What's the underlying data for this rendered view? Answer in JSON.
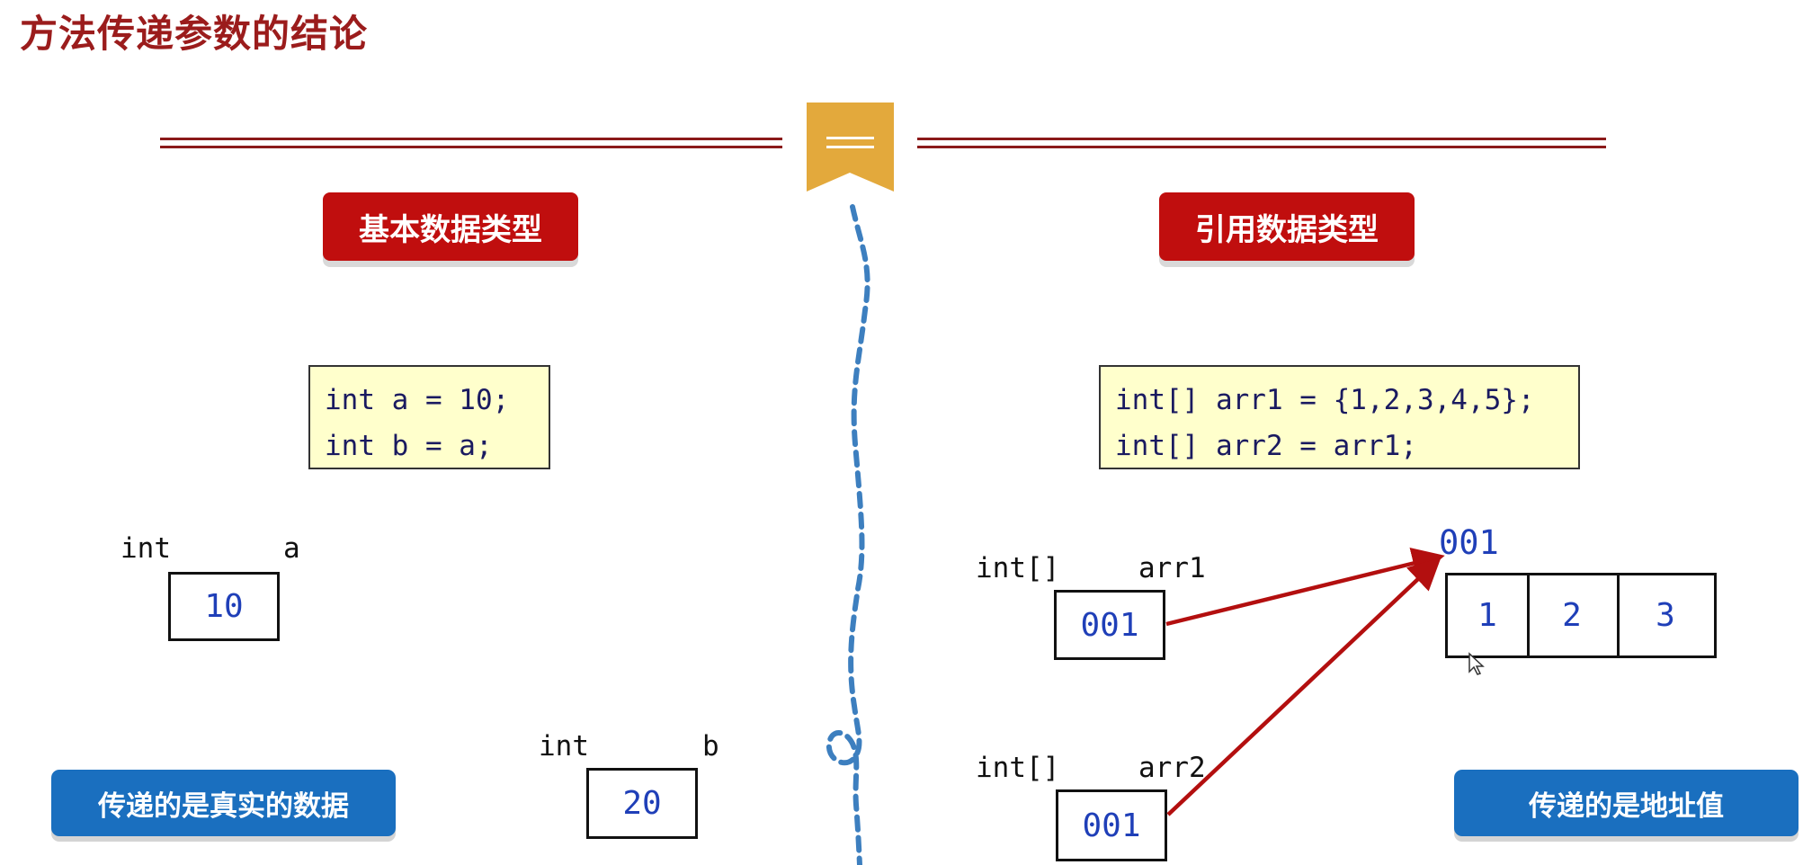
{
  "title": "方法传递参数的结论",
  "left": {
    "heading": "基本数据类型",
    "code_lines": [
      "int a = 10;",
      "int b = a;"
    ],
    "var_a": {
      "type": "int",
      "name": "a",
      "value": "10"
    },
    "var_b": {
      "type": "int",
      "name": "b",
      "value": "20"
    },
    "conclusion": "传递的是真实的数据"
  },
  "right": {
    "heading": "引用数据类型",
    "code_lines": [
      "int[] arr1 = {1,2,3,4,5};",
      "int[] arr2 = arr1;"
    ],
    "var_arr1": {
      "type": "int[]",
      "name": "arr1",
      "value": "001"
    },
    "var_arr2": {
      "type": "int[]",
      "name": "arr2",
      "value": "001"
    },
    "array_address": "001",
    "array_values": [
      "1",
      "2",
      "3"
    ],
    "conclusion": "传递的是地址值"
  },
  "colors": {
    "title": "#9b1c1c",
    "divider": "#8b1a1a",
    "red_badge": "#c00e0e",
    "blue_badge": "#1a6fbf",
    "bookmark": "#e3a93c",
    "arrow": "#b30f0f",
    "dashed_line": "#3d7fbf",
    "value_text": "#1f3fb8",
    "code_bg": "#ffffcc"
  },
  "icons": {
    "bookmark": "bookmark-icon",
    "cursor": "mouse-pointer-icon"
  }
}
